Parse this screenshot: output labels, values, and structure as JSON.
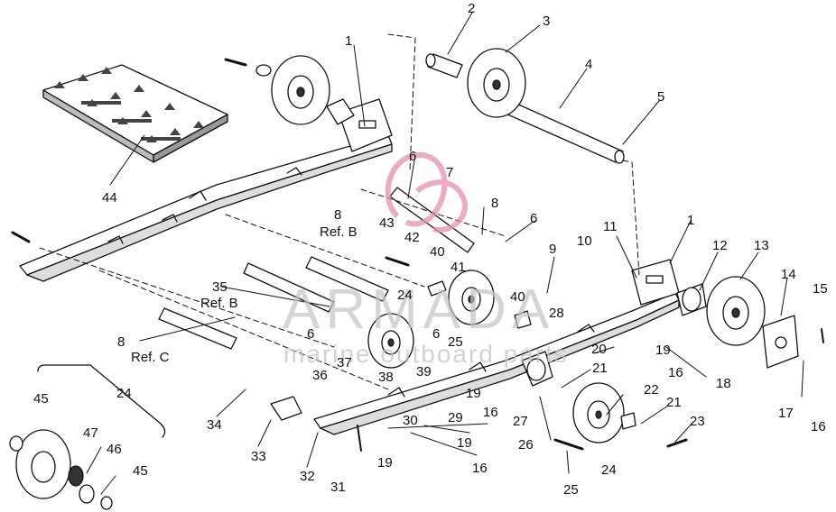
{
  "labels": [
    {
      "id": "1a",
      "text": "1"
    },
    {
      "id": "2",
      "text": "2"
    },
    {
      "id": "3",
      "text": "3"
    },
    {
      "id": "4",
      "text": "4"
    },
    {
      "id": "5",
      "text": "5"
    },
    {
      "id": "6a",
      "text": "6"
    },
    {
      "id": "7",
      "text": "7"
    },
    {
      "id": "8a",
      "text": "8"
    },
    {
      "id": "6b",
      "text": "6"
    },
    {
      "id": "8b",
      "text": "8"
    },
    {
      "id": "refB1",
      "text": "Ref. B"
    },
    {
      "id": "43",
      "text": "43"
    },
    {
      "id": "42",
      "text": "42"
    },
    {
      "id": "40a",
      "text": "40"
    },
    {
      "id": "41",
      "text": "41"
    },
    {
      "id": "9",
      "text": "9"
    },
    {
      "id": "10",
      "text": "10"
    },
    {
      "id": "11",
      "text": "11"
    },
    {
      "id": "1b",
      "text": "1"
    },
    {
      "id": "12",
      "text": "12"
    },
    {
      "id": "13",
      "text": "13"
    },
    {
      "id": "14",
      "text": "14"
    },
    {
      "id": "15",
      "text": "15"
    },
    {
      "id": "44",
      "text": "44"
    },
    {
      "id": "35",
      "text": "35"
    },
    {
      "id": "refB2",
      "text": "Ref. B"
    },
    {
      "id": "24a",
      "text": "24"
    },
    {
      "id": "40b",
      "text": "40"
    },
    {
      "id": "28",
      "text": "28"
    },
    {
      "id": "6c",
      "text": "6"
    },
    {
      "id": "6d",
      "text": "6"
    },
    {
      "id": "25a",
      "text": "25"
    },
    {
      "id": "8c",
      "text": "8"
    },
    {
      "id": "refC",
      "text": "Ref. C"
    },
    {
      "id": "20",
      "text": "20"
    },
    {
      "id": "19a",
      "text": "19"
    },
    {
      "id": "16a",
      "text": "16"
    },
    {
      "id": "18",
      "text": "18"
    },
    {
      "id": "36",
      "text": "36"
    },
    {
      "id": "37",
      "text": "37"
    },
    {
      "id": "38",
      "text": "38"
    },
    {
      "id": "39",
      "text": "39"
    },
    {
      "id": "21a",
      "text": "21"
    },
    {
      "id": "19b",
      "text": "19"
    },
    {
      "id": "16b",
      "text": "16"
    },
    {
      "id": "27",
      "text": "27"
    },
    {
      "id": "22",
      "text": "22"
    },
    {
      "id": "21b",
      "text": "21"
    },
    {
      "id": "17",
      "text": "17"
    },
    {
      "id": "16c",
      "text": "16"
    },
    {
      "id": "24b",
      "text": "24"
    },
    {
      "id": "29",
      "text": "29"
    },
    {
      "id": "30",
      "text": "30"
    },
    {
      "id": "19c",
      "text": "19"
    },
    {
      "id": "26",
      "text": "26"
    },
    {
      "id": "23",
      "text": "23"
    },
    {
      "id": "45a",
      "text": "45"
    },
    {
      "id": "34",
      "text": "34"
    },
    {
      "id": "33",
      "text": "33"
    },
    {
      "id": "32",
      "text": "32"
    },
    {
      "id": "31",
      "text": "31"
    },
    {
      "id": "19d",
      "text": "19"
    },
    {
      "id": "16d",
      "text": "16"
    },
    {
      "id": "24c",
      "text": "24"
    },
    {
      "id": "25b",
      "text": "25"
    },
    {
      "id": "47",
      "text": "47"
    },
    {
      "id": "46",
      "text": "46"
    },
    {
      "id": "45b",
      "text": "45"
    }
  ],
  "watermark": {
    "brand": "ARMADA",
    "tagline": "marine outboard parts"
  },
  "colors": {
    "ink": "#111111",
    "watermark": "#c4c4c4",
    "logo": "#e58fb0"
  }
}
